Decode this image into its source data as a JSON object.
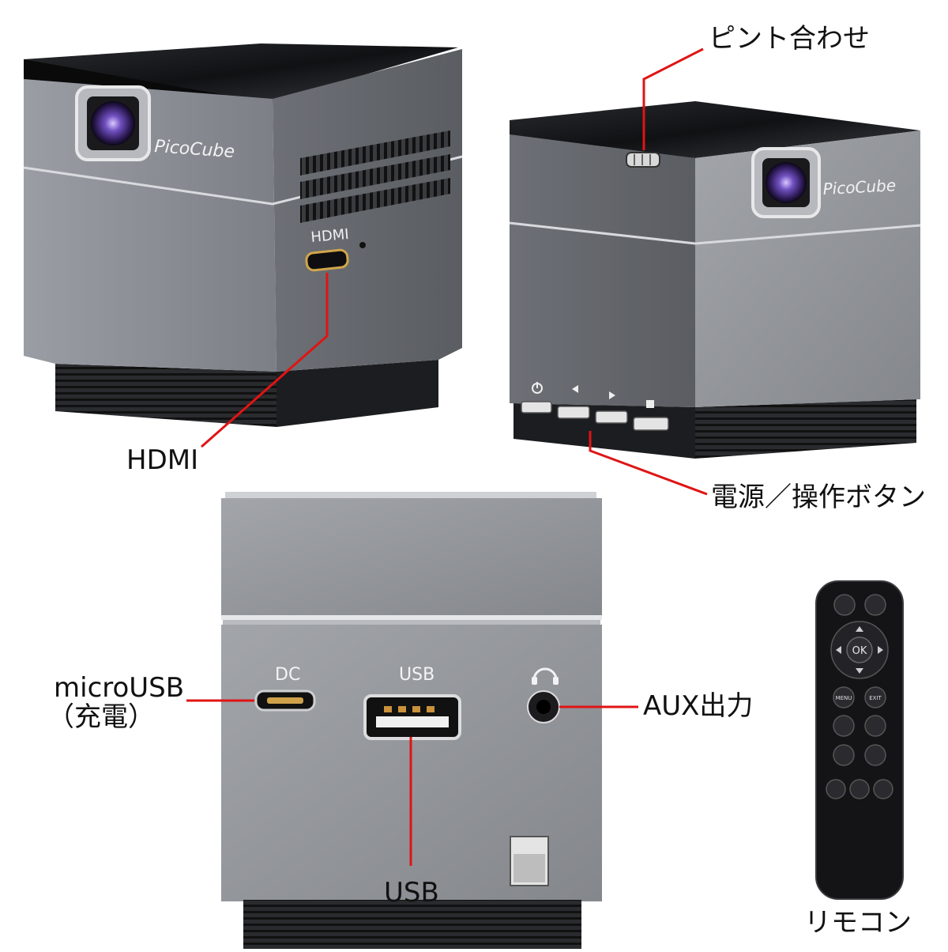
{
  "brand": {
    "logo_text": "PicoCube"
  },
  "ports": {
    "hdmi_port_text": "HDMI",
    "dc_port_text": "DC",
    "usb_port_text": "USB"
  },
  "remote": {
    "ok_text": "OK",
    "menu_text": "MENU",
    "exit_text": "EXIT"
  },
  "callouts": {
    "focus": "ピント合わせ",
    "hdmi": "HDMI",
    "power_buttons": "電源／操作ボタン",
    "microusb_line1": "microUSB",
    "microusb_line2": "（充電）",
    "aux": "AUX出力",
    "usb": "USB",
    "remote": "リモコン"
  },
  "colors": {
    "callout_line": "#e01414",
    "body_gray": "#8d9096",
    "top_black": "#1b1c1f",
    "lens_purple": "#5a3a9a",
    "remote_black": "#1a1a1a"
  }
}
